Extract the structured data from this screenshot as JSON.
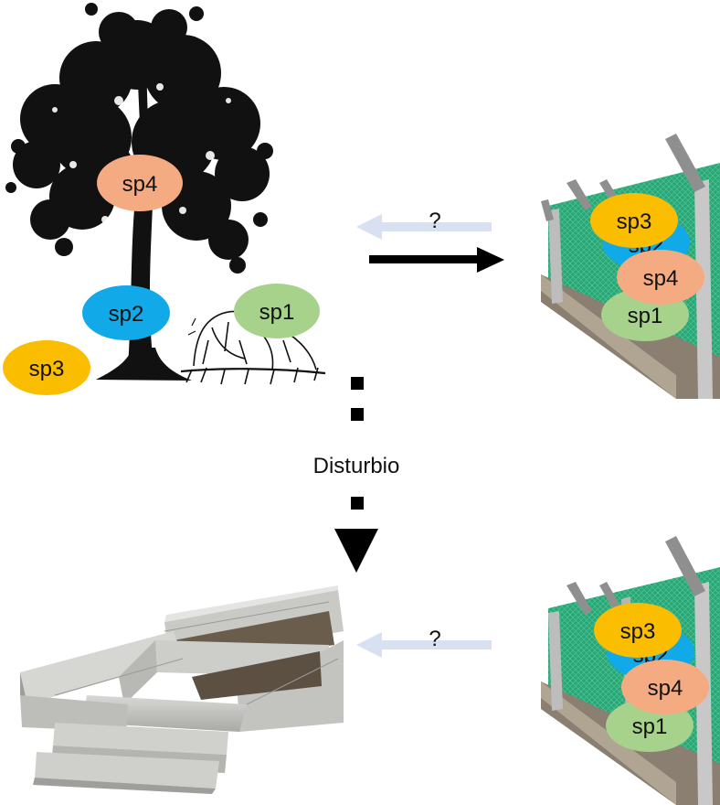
{
  "species": {
    "sp1": "sp1",
    "sp2": "sp2",
    "sp3": "sp3",
    "sp4": "sp4"
  },
  "labels": {
    "question_top": "?",
    "question_bottom": "?",
    "disturbance": "Disturbio"
  },
  "colors": {
    "sp1": "#a6d28c",
    "sp2": "#11a9e8",
    "sp3": "#fbbd00",
    "sp4": "#f4ab82",
    "faded_arrow": "#d7e1f2",
    "arrow": "#000000",
    "fence_mesh": "#2aa676"
  }
}
